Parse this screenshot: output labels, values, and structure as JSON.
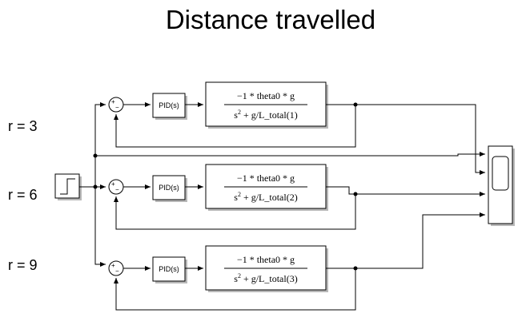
{
  "title": "Distance travelled",
  "loops": [
    {
      "r_label": "r = 3",
      "pid_label": "PID(s)",
      "tf_num": "−1 * theta0 * g",
      "tf_den_pre": "s",
      "tf_den_exp": "2",
      "tf_den_post": " + g/L_total(1)",
      "sum_plus": "+",
      "sum_minus": "−"
    },
    {
      "r_label": "r = 6",
      "pid_label": "PID(s)",
      "tf_num": "−1 * theta0 * g",
      "tf_den_pre": "s",
      "tf_den_exp": "2",
      "tf_den_post": " + g/L_total(2)",
      "sum_plus": "+",
      "sum_minus": "−"
    },
    {
      "r_label": "r = 9",
      "pid_label": "PID(s)",
      "tf_num": "−1 * theta0 * g",
      "tf_den_pre": "s",
      "tf_den_exp": "2",
      "tf_den_post": " + g/L_total(3)",
      "sum_plus": "+",
      "sum_minus": "−"
    }
  ]
}
